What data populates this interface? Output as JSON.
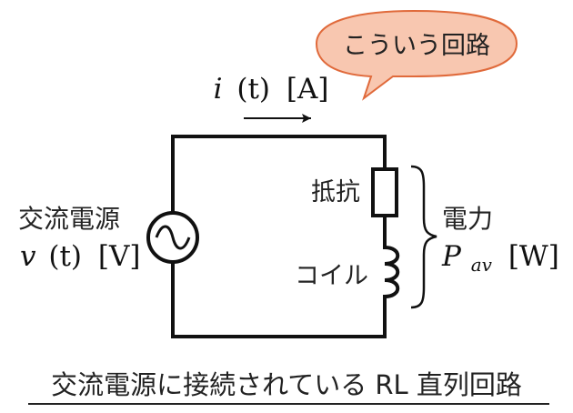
{
  "speech_bubble": {
    "text": "こういう回路",
    "fill": "#f8c7b0",
    "stroke": "#e06a3b"
  },
  "current": {
    "symbol": "i",
    "arg": "(t)",
    "unit": "[A]"
  },
  "source": {
    "label": "交流電源",
    "symbol": "v",
    "arg": "(t)",
    "unit": "[V]"
  },
  "resistor": {
    "label": "抵抗"
  },
  "coil": {
    "label": "コイル"
  },
  "power": {
    "label": "電力",
    "symbol": "P",
    "subscript": "av",
    "unit": "[W]"
  },
  "caption": {
    "text": "交流電源に接続されている RL 直列回路"
  },
  "colors": {
    "line": "#111111",
    "text": "#222222"
  }
}
